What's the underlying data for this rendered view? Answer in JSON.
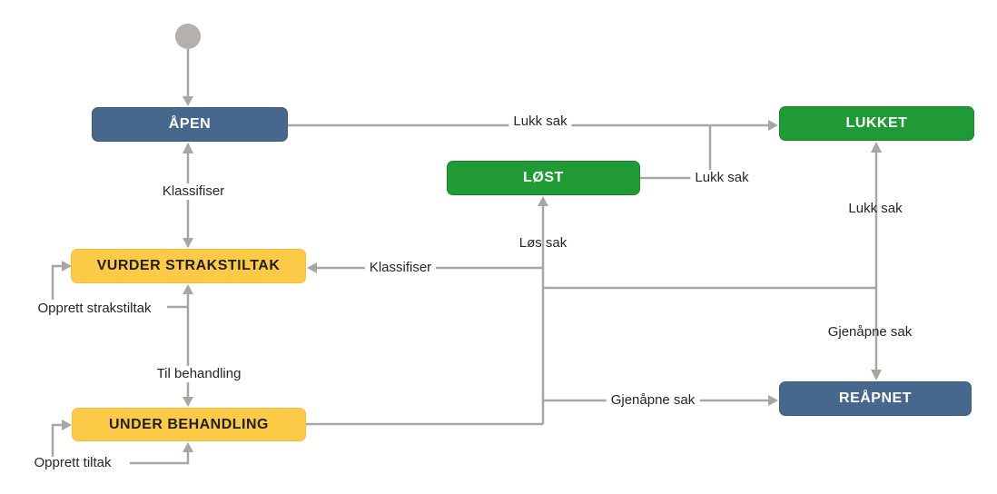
{
  "diagram": {
    "language": "Norwegian",
    "states": [
      {
        "id": "apen",
        "label": "ÅPEN",
        "kind": "open"
      },
      {
        "id": "lukket",
        "label": "LUKKET",
        "kind": "done"
      },
      {
        "id": "lost",
        "label": "LØST",
        "kind": "done"
      },
      {
        "id": "vurder",
        "label": "VURDER STRAKSTILTAK",
        "kind": "progress"
      },
      {
        "id": "under",
        "label": "UNDER BEHANDLING",
        "kind": "progress"
      },
      {
        "id": "reapnet",
        "label": "REÅPNET",
        "kind": "open"
      }
    ],
    "transitions": [
      {
        "label": "",
        "from": "START",
        "to": "ÅPEN"
      },
      {
        "label": "Klassifiser",
        "from": "ÅPEN",
        "to": "VURDER STRAKSTILTAK",
        "bidirectional": true
      },
      {
        "label": "Lukk sak",
        "from": "ÅPEN",
        "to": "LUKKET"
      },
      {
        "label": "Lukk sak",
        "from": "LØST",
        "to": "LUKKET"
      },
      {
        "label": "Lukk sak",
        "from": "",
        "to": "LUKKET"
      },
      {
        "label": "Løs sak",
        "from": "",
        "to": "LØST"
      },
      {
        "label": "Klassifiser",
        "from": "",
        "to": "VURDER STRAKSTILTAK"
      },
      {
        "label": "Gjenåpne sak",
        "from": "",
        "to": "REÅPNET"
      },
      {
        "label": "Gjenåpne sak",
        "from": "",
        "to": "REÅPNET"
      },
      {
        "label": "Til behandling",
        "from": "VURDER STRAKSTILTAK",
        "to": "UNDER BEHANDLING",
        "bidirectional": true
      },
      {
        "label": "Opprett strakstiltak",
        "from": "VURDER STRAKSTILTAK",
        "to": "VURDER STRAKSTILTAK"
      },
      {
        "label": "Opprett tiltak",
        "from": "UNDER BEHANDLING",
        "to": "UNDER BEHANDLING"
      }
    ],
    "colors": {
      "state_open": "#47688c",
      "state_done": "#1f9a35",
      "state_progress": "#fdca47",
      "edge": "#a9a6a2",
      "start_node": "#b3b0ad"
    }
  }
}
